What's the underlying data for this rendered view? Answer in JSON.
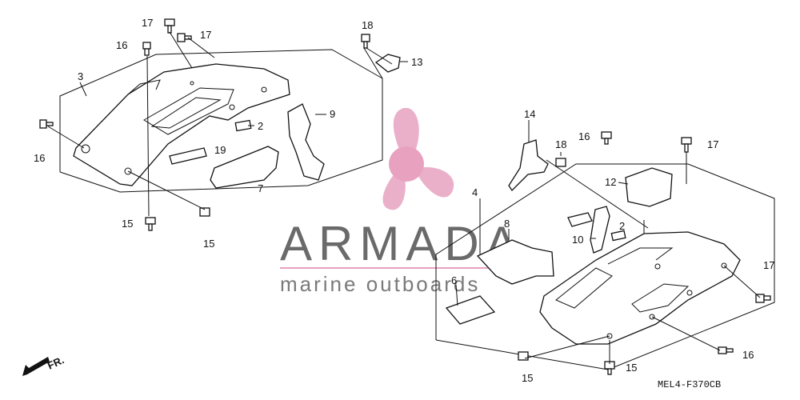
{
  "watermark": {
    "brand": "ARMADA",
    "tagline": "marine outboards",
    "accent_color": "#e8a2c0",
    "text_color": "#6a6a6a",
    "icon": "propeller-icon"
  },
  "diagram_code": "MEL4-F370CB",
  "direction_label": "FR.",
  "callouts": {
    "c17a": "17",
    "c17b": "17",
    "c16a": "16",
    "c3": "3",
    "c16b": "16",
    "c2a": "2",
    "c19": "19",
    "c7": "7",
    "c9": "9",
    "c18a": "18",
    "c13": "13",
    "c15a": "15",
    "c15b": "15",
    "c14": "14",
    "c18b": "18",
    "c16c": "16",
    "c17c": "17",
    "c12": "12",
    "c4": "4",
    "c8": "8",
    "c2b": "2",
    "c10": "10",
    "c6": "6",
    "c17d": "17",
    "c16d": "16",
    "c15c": "15",
    "c15d": "15"
  }
}
